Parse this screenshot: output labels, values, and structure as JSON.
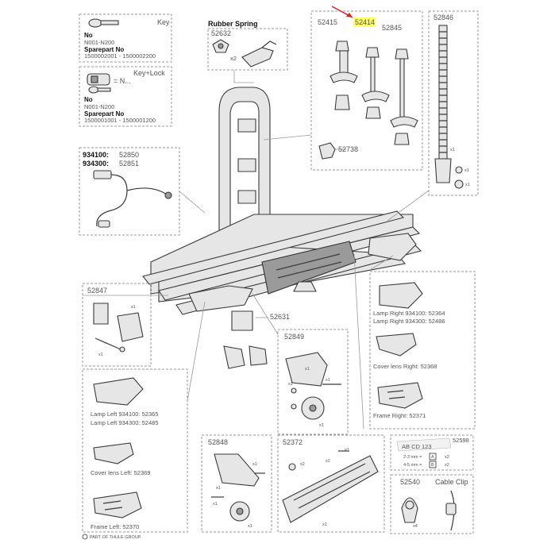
{
  "key_box": {
    "title": "Key",
    "no_label": "No",
    "no_value": "N001-N200",
    "spare_label": "Sparepart No",
    "spare_value": "1500002001 - 1500002200"
  },
  "key_lock_box": {
    "title": "Key+Lock",
    "eq": "= N...",
    "no_label": "No",
    "no_value": "N001-N200",
    "spare_label": "Sparepart No",
    "spare_value": "1500001001 - 1500001200"
  },
  "rubber_spring": {
    "title": "Rubber Spring",
    "part": "52632",
    "qty": "x2"
  },
  "cable_box": {
    "line1_model": "934100:",
    "line1_part": "52850",
    "line2_model": "934300:",
    "line2_part": "52851"
  },
  "arms_box": {
    "p1": "52415",
    "p2": "52414",
    "p3": "52845",
    "p4": "52738"
  },
  "rod_box": {
    "part": "52846",
    "q1": "x1",
    "q2": "x1",
    "q3": "x1"
  },
  "box_52847": {
    "part": "52847",
    "q1": "x1",
    "q2": "x1"
  },
  "part_52631": "52631",
  "box_52849": {
    "part": "52849",
    "q1": "x1",
    "q2": "x1",
    "q3": "x1",
    "q4": "x1"
  },
  "right_box": {
    "lamp1": "Lamp Right 934100: 52364",
    "lamp2": "Lamp Right 934300: 52486",
    "cover": "Cover lens Right: 52368",
    "frame": "Frame Right: 52371"
  },
  "left_box": {
    "lamp1": "Lamp Left 934100: 52365",
    "lamp2": "Lamp Left 934300: 52485",
    "cover": "Cover lens Left: 52369",
    "frame": "Frame Left: 52370"
  },
  "box_52848": {
    "part": "52848",
    "q1": "x1",
    "q2": "x1",
    "q3": "x1",
    "q4": "x1"
  },
  "box_52372": {
    "part": "52372",
    "q1": "x1",
    "q2": "x2",
    "q3": "x2",
    "q4": "x1"
  },
  "plate_text": "AB CD 123",
  "box_52598": {
    "part": "52598",
    "r1": "2-3 mm =",
    "r1_key": "A",
    "r1_qty": "x2",
    "r2": "4-5 mm =",
    "r2_key": "B",
    "r2_qty": "x2"
  },
  "cable_clip_box": {
    "part": "52540",
    "title": "Cable Clip",
    "qty": "x4"
  },
  "footer": "PART OF THULE GROUP",
  "highlight": {
    "color": "#ffff66",
    "arrow_color": "#e0201b"
  }
}
